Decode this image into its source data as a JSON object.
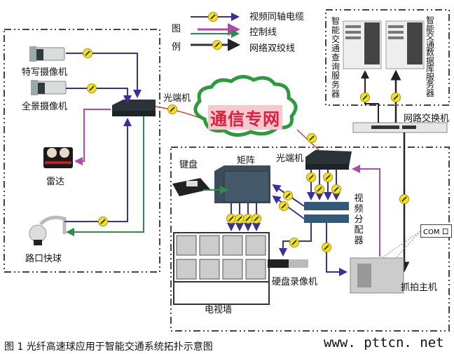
{
  "legend": {
    "title_chars": [
      "图",
      "例"
    ],
    "items": [
      {
        "label": "视频同轴电缆",
        "color": "#3b2f9a"
      },
      {
        "label": "控制线",
        "colors": [
          "#b04aa8",
          "#2e8b4a"
        ]
      },
      {
        "label": "网络双绞线",
        "color": "#333333"
      }
    ]
  },
  "zones": {
    "field": {
      "devices": [
        {
          "id": "closeup-camera",
          "label": "特写摄像机"
        },
        {
          "id": "panorama-camera",
          "label": "全景摄像机"
        },
        {
          "id": "radar",
          "label": "雷达"
        },
        {
          "id": "dome-camera",
          "label": "路口快球"
        }
      ],
      "optical_transceiver": "光端机"
    },
    "server_room": {
      "servers": [
        {
          "id": "query-server",
          "label": "智能交通查询服务器"
        },
        {
          "id": "database-server",
          "label": "智能交通数据库服务器"
        }
      ],
      "switch": "网路交换机"
    },
    "center": {
      "devices": [
        {
          "id": "keyboard",
          "label": "键盘"
        },
        {
          "id": "matrix",
          "label": "矩阵"
        },
        {
          "id": "optical-transceiver",
          "label": "光端机"
        },
        {
          "id": "video-splitter",
          "label": "视频分配器"
        },
        {
          "id": "dvr",
          "label": "硬盘录像机"
        },
        {
          "id": "capture-host",
          "label": "抓拍主机"
        },
        {
          "id": "tv-wall",
          "label": "电视墙"
        }
      ],
      "com_port": "COM 口"
    }
  },
  "network": {
    "label": "通信专网"
  },
  "colors": {
    "video": "#3b2f9a",
    "control_pink": "#b04aa8",
    "control_green": "#2e8b4a",
    "network": "#333333",
    "fiber": "#d23b3b",
    "cloud": "#2e9a3e",
    "connector": "#f0e020"
  },
  "caption": "图 1  光纤高速球应用于智能交通系统拓扑示意图",
  "watermark": "www. pttcn. net"
}
